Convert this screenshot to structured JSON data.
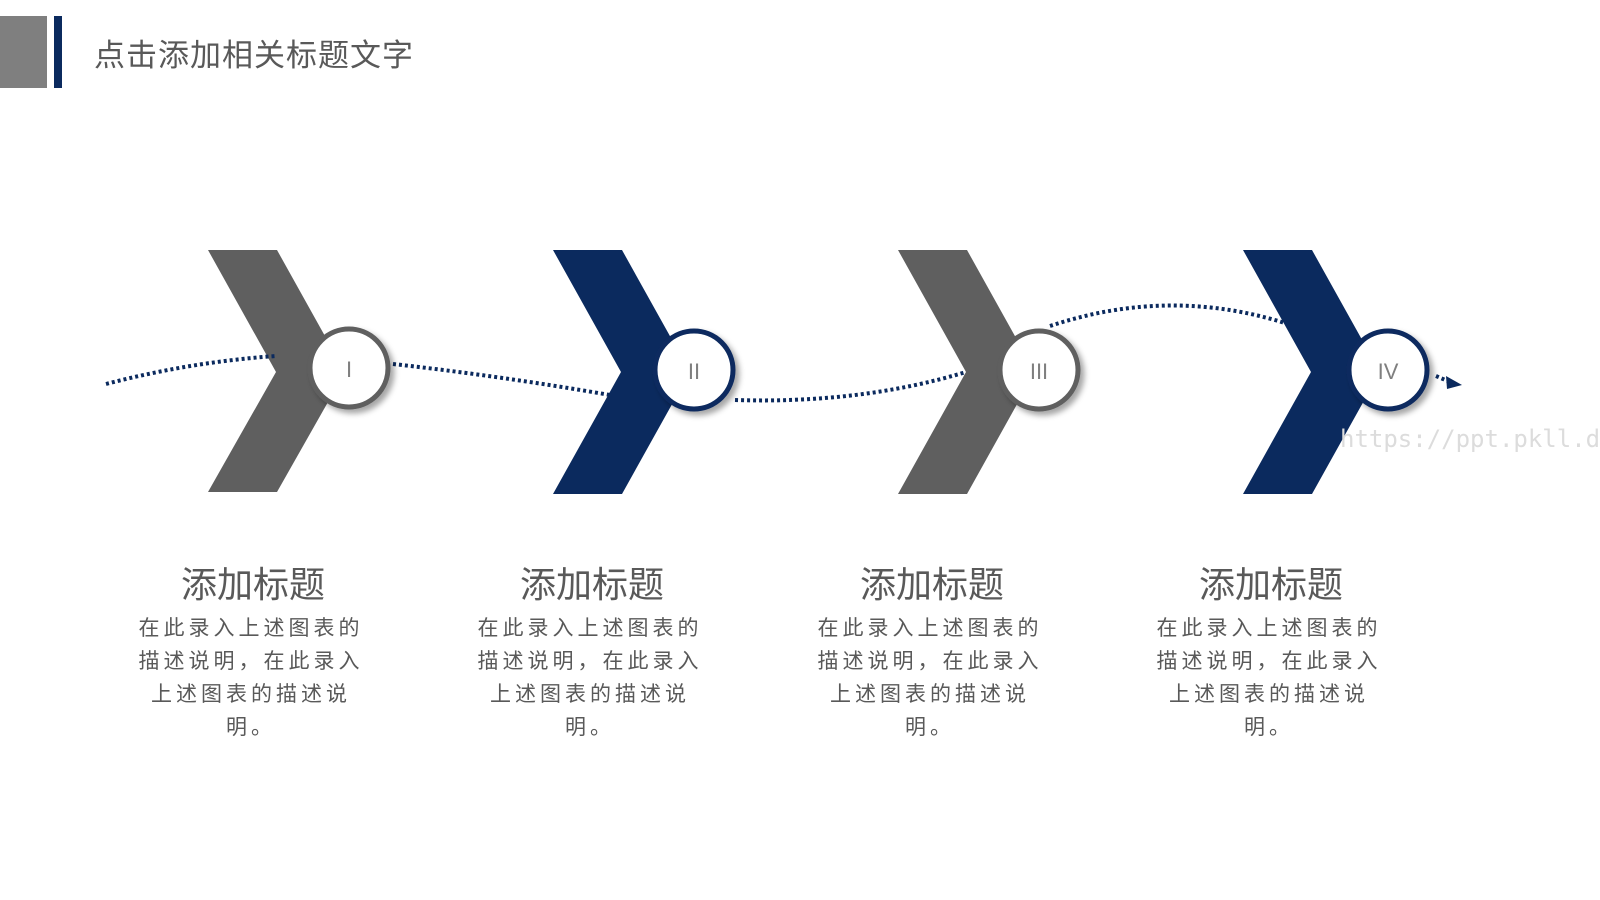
{
  "header": {
    "title": "点击添加相关标题文字"
  },
  "colors": {
    "gray": "#5f5f5f",
    "navy": "#0b2a5e",
    "text": "#595959"
  },
  "steps": [
    {
      "numeral": "I",
      "title": "添加标题",
      "description": "在此录入上述图表的描述说明，在此录入上述图表的描述说明。",
      "color": "gray"
    },
    {
      "numeral": "II",
      "title": "添加标题",
      "description": "在此录入上述图表的描述说明，在此录入上述图表的描述说明。",
      "color": "navy"
    },
    {
      "numeral": "III",
      "title": "添加标题",
      "description": "在此录入上述图表的描述说明，在此录入上述图表的描述说明。",
      "color": "gray"
    },
    {
      "numeral": "IV",
      "title": "添加标题",
      "description": "在此录入上述图表的描述说明，在此录入上述图表的描述说明。",
      "color": "navy"
    }
  ],
  "watermark": "https://ppt.pkll.de"
}
